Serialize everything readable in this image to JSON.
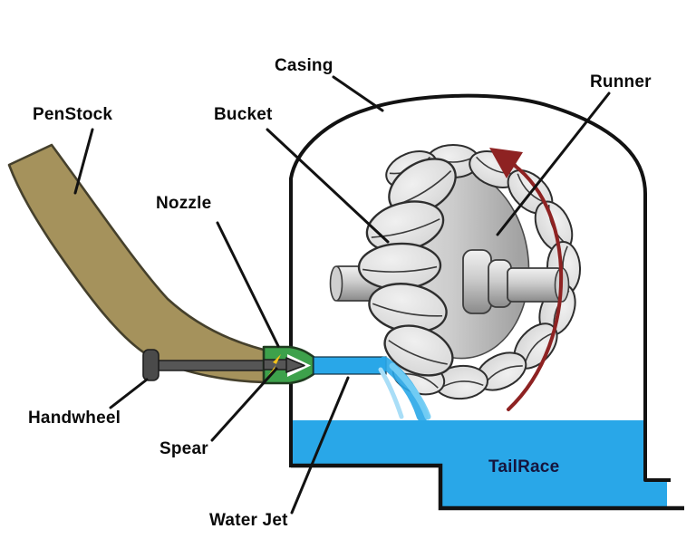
{
  "labels": {
    "penstock": "PenStock",
    "casing": "Casing",
    "bucket": "Bucket",
    "runner": "Runner",
    "nozzle": "Nozzle",
    "handwheel": "Handwheel",
    "spear": "Spear",
    "water_jet": "Water Jet",
    "tailrace": "TailRace"
  },
  "colors": {
    "background": "#ffffff",
    "label_text": "#0a0a0a",
    "tailrace_text": "#15153d",
    "line_black": "#121212",
    "penstock": "#a5925c",
    "penstock_outline": "#45402c",
    "nozzle": "#3da14b",
    "nozzle_outline": "#1f3b1f",
    "water": "#29a7e8",
    "spray_light": "#74cdf4",
    "metal_stroke": "#2e2e2e",
    "spear_gray": "#565656",
    "handwheel_gray": "#4a4a4a",
    "arrow_red": "#8e2222",
    "highlight_yellow": "#f2c21a"
  }
}
